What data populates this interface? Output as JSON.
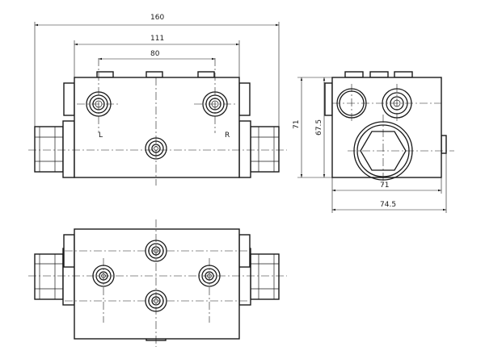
{
  "dimensions": {
    "overall_length": "160",
    "body_length": "111",
    "port_spacing": "80",
    "side_height": "71",
    "side_port_height": "67.5",
    "side_width": "71",
    "side_overall_width": "74.5"
  },
  "port_labels": {
    "left": "L",
    "right": "R"
  }
}
